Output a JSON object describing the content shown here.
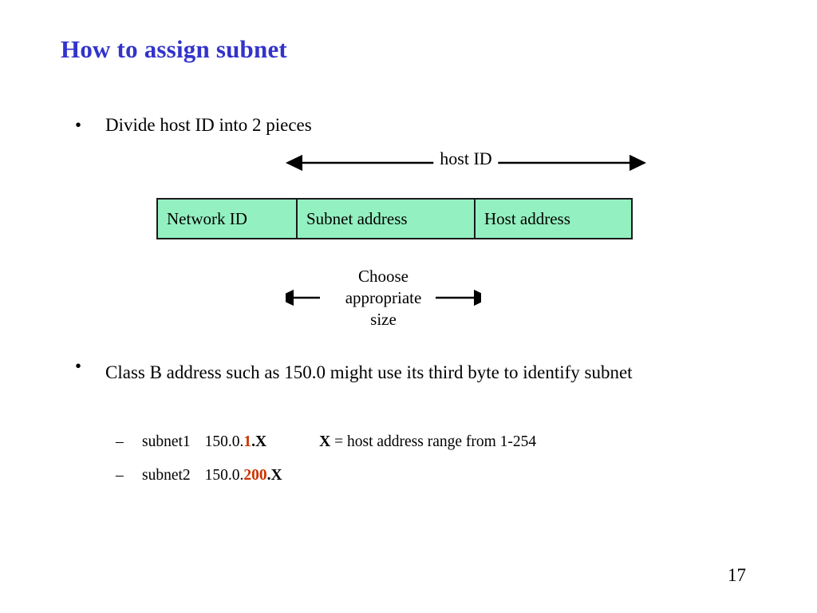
{
  "slide": {
    "title": "How to assign subnet",
    "page_number": "17",
    "colors": {
      "title": "#3333CC",
      "table_fill": "#93F0C0",
      "highlight": "#CC3300",
      "border": "#1A1A1A"
    }
  },
  "bullets": [
    {
      "marker": "•",
      "text": "Divide host ID into 2 pieces"
    },
    {
      "marker": "•",
      "text": "Class B address such as 150.0 might use its third byte to identify subnet"
    }
  ],
  "host_id_arrow": {
    "label": "host ID",
    "direction": "double"
  },
  "field_table": {
    "cells": [
      {
        "label": "Network ID"
      },
      {
        "label": "Subnet address"
      },
      {
        "label": "Host address"
      }
    ]
  },
  "choose_note": {
    "line1": "Choose",
    "line2": "appropriate",
    "line3": "size",
    "direction": "double"
  },
  "sub_bullets": [
    {
      "dash": "–",
      "name": "subnet1",
      "prefix": "150.0.",
      "highlight": "1",
      "dot": ".",
      "suffix": "X",
      "note_var": "X",
      "note_rest": " = host address range from 1-254"
    },
    {
      "dash": "–",
      "name": "subnet2",
      "prefix": "150.0.",
      "highlight": "200",
      "dot": ".",
      "suffix": "X",
      "note_var": "",
      "note_rest": ""
    }
  ]
}
